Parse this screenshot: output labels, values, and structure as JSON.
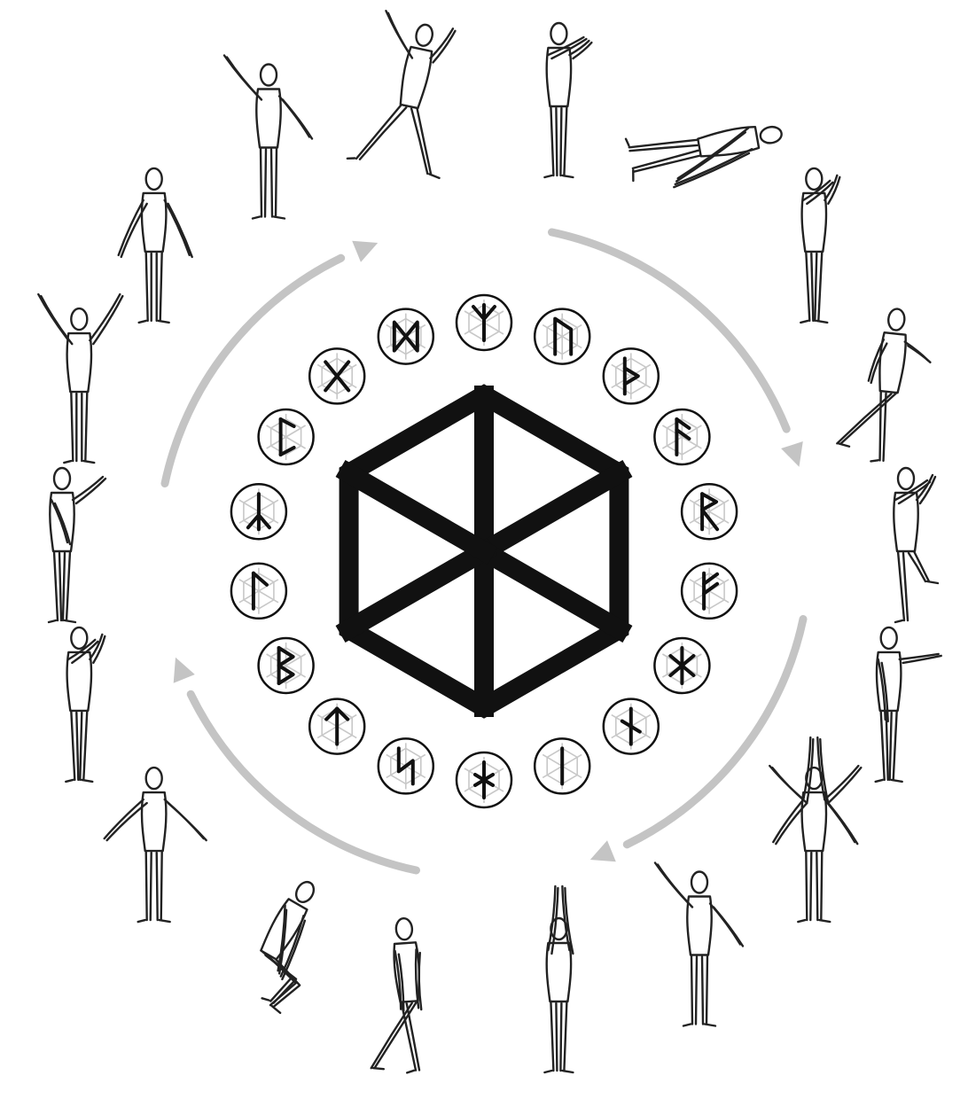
{
  "diagram": {
    "center_symbol": "hexagon-cube-symbol",
    "flow_direction": "clockwise",
    "flow_arrow_count": 4,
    "colors": {
      "ink": "#111111",
      "arrow": "#c4c4c4",
      "guide": "#c8c8c8",
      "background": "#ffffff"
    },
    "runes": [
      {
        "id": 1,
        "glyph": "ᛉ"
      },
      {
        "id": 2,
        "glyph": "ᚢ"
      },
      {
        "id": 3,
        "glyph": "ᚦ"
      },
      {
        "id": 4,
        "glyph": "ᚨ"
      },
      {
        "id": 5,
        "glyph": "ᚱ"
      },
      {
        "id": 6,
        "glyph": "ᚠ"
      },
      {
        "id": 7,
        "glyph": "ᚼ"
      },
      {
        "id": 8,
        "glyph": "ᚾ"
      },
      {
        "id": 9,
        "glyph": "ᛁ"
      },
      {
        "id": 10,
        "glyph": "ᛅ"
      },
      {
        "id": 11,
        "glyph": "ᛋ"
      },
      {
        "id": 12,
        "glyph": "ᛏ"
      },
      {
        "id": 13,
        "glyph": "ᛒ"
      },
      {
        "id": 14,
        "glyph": "ᛚ"
      },
      {
        "id": 15,
        "glyph": "ᛦ"
      },
      {
        "id": 16,
        "glyph": "ᛈ"
      },
      {
        "id": 17,
        "glyph": "ᚷ"
      },
      {
        "id": 18,
        "glyph": "ᛞ"
      }
    ],
    "poses": [
      {
        "id": 1,
        "icon": "arms-forward-pose-icon"
      },
      {
        "id": 2,
        "icon": "forward-bend-pose-icon"
      },
      {
        "id": 3,
        "icon": "hands-to-face-pose-icon"
      },
      {
        "id": 4,
        "icon": "leg-extended-pose-icon"
      },
      {
        "id": 5,
        "icon": "knee-raise-pose-icon"
      },
      {
        "id": 6,
        "icon": "arm-forward-pose-icon"
      },
      {
        "id": 7,
        "icon": "arms-overhead-multi-pose-icon"
      },
      {
        "id": 8,
        "icon": "diagonal-arms-pose-icon"
      },
      {
        "id": 9,
        "icon": "arms-overhead-pose-icon"
      },
      {
        "id": 10,
        "icon": "leg-step-pose-icon"
      },
      {
        "id": 11,
        "icon": "squat-pose-icon"
      },
      {
        "id": 12,
        "icon": "arms-out-pose-icon"
      },
      {
        "id": 13,
        "icon": "hands-to-face-pose-icon"
      },
      {
        "id": 14,
        "icon": "arm-over-head-pose-icon"
      },
      {
        "id": 15,
        "icon": "arms-raised-pose-icon"
      },
      {
        "id": 16,
        "icon": "arms-down-pose-icon"
      },
      {
        "id": 17,
        "icon": "diagonal-arms-pose-icon"
      },
      {
        "id": 18,
        "icon": "lunge-pose-icon"
      }
    ]
  }
}
